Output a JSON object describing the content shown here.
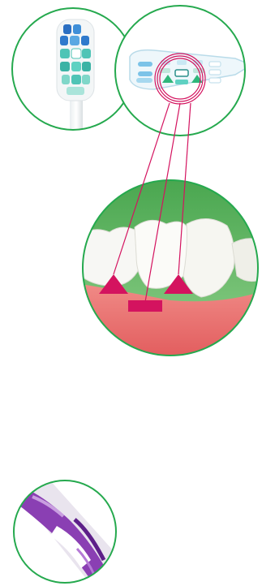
{
  "figure": {
    "panels": [
      {
        "name": "brush-head-front-photo",
        "shape": "circle"
      },
      {
        "name": "bristle-pattern-diagram",
        "shape": "circle"
      },
      {
        "name": "teeth-gumline-illustration",
        "shape": "circle"
      },
      {
        "name": "brush-handle-photo",
        "shape": "circle"
      }
    ],
    "colors": {
      "ring_green": "#25a94e",
      "callout_magenta": "#d4135f",
      "bristle_teal": "#4fc4b6",
      "bristle_blue": "#2b6fc2",
      "gum_pink": "#e86f6c",
      "background_green": "#5db562",
      "handle_purple": "#8a3fb3"
    },
    "markers": [
      "triangle-marker",
      "rectangle-marker",
      "triangle-marker"
    ]
  }
}
